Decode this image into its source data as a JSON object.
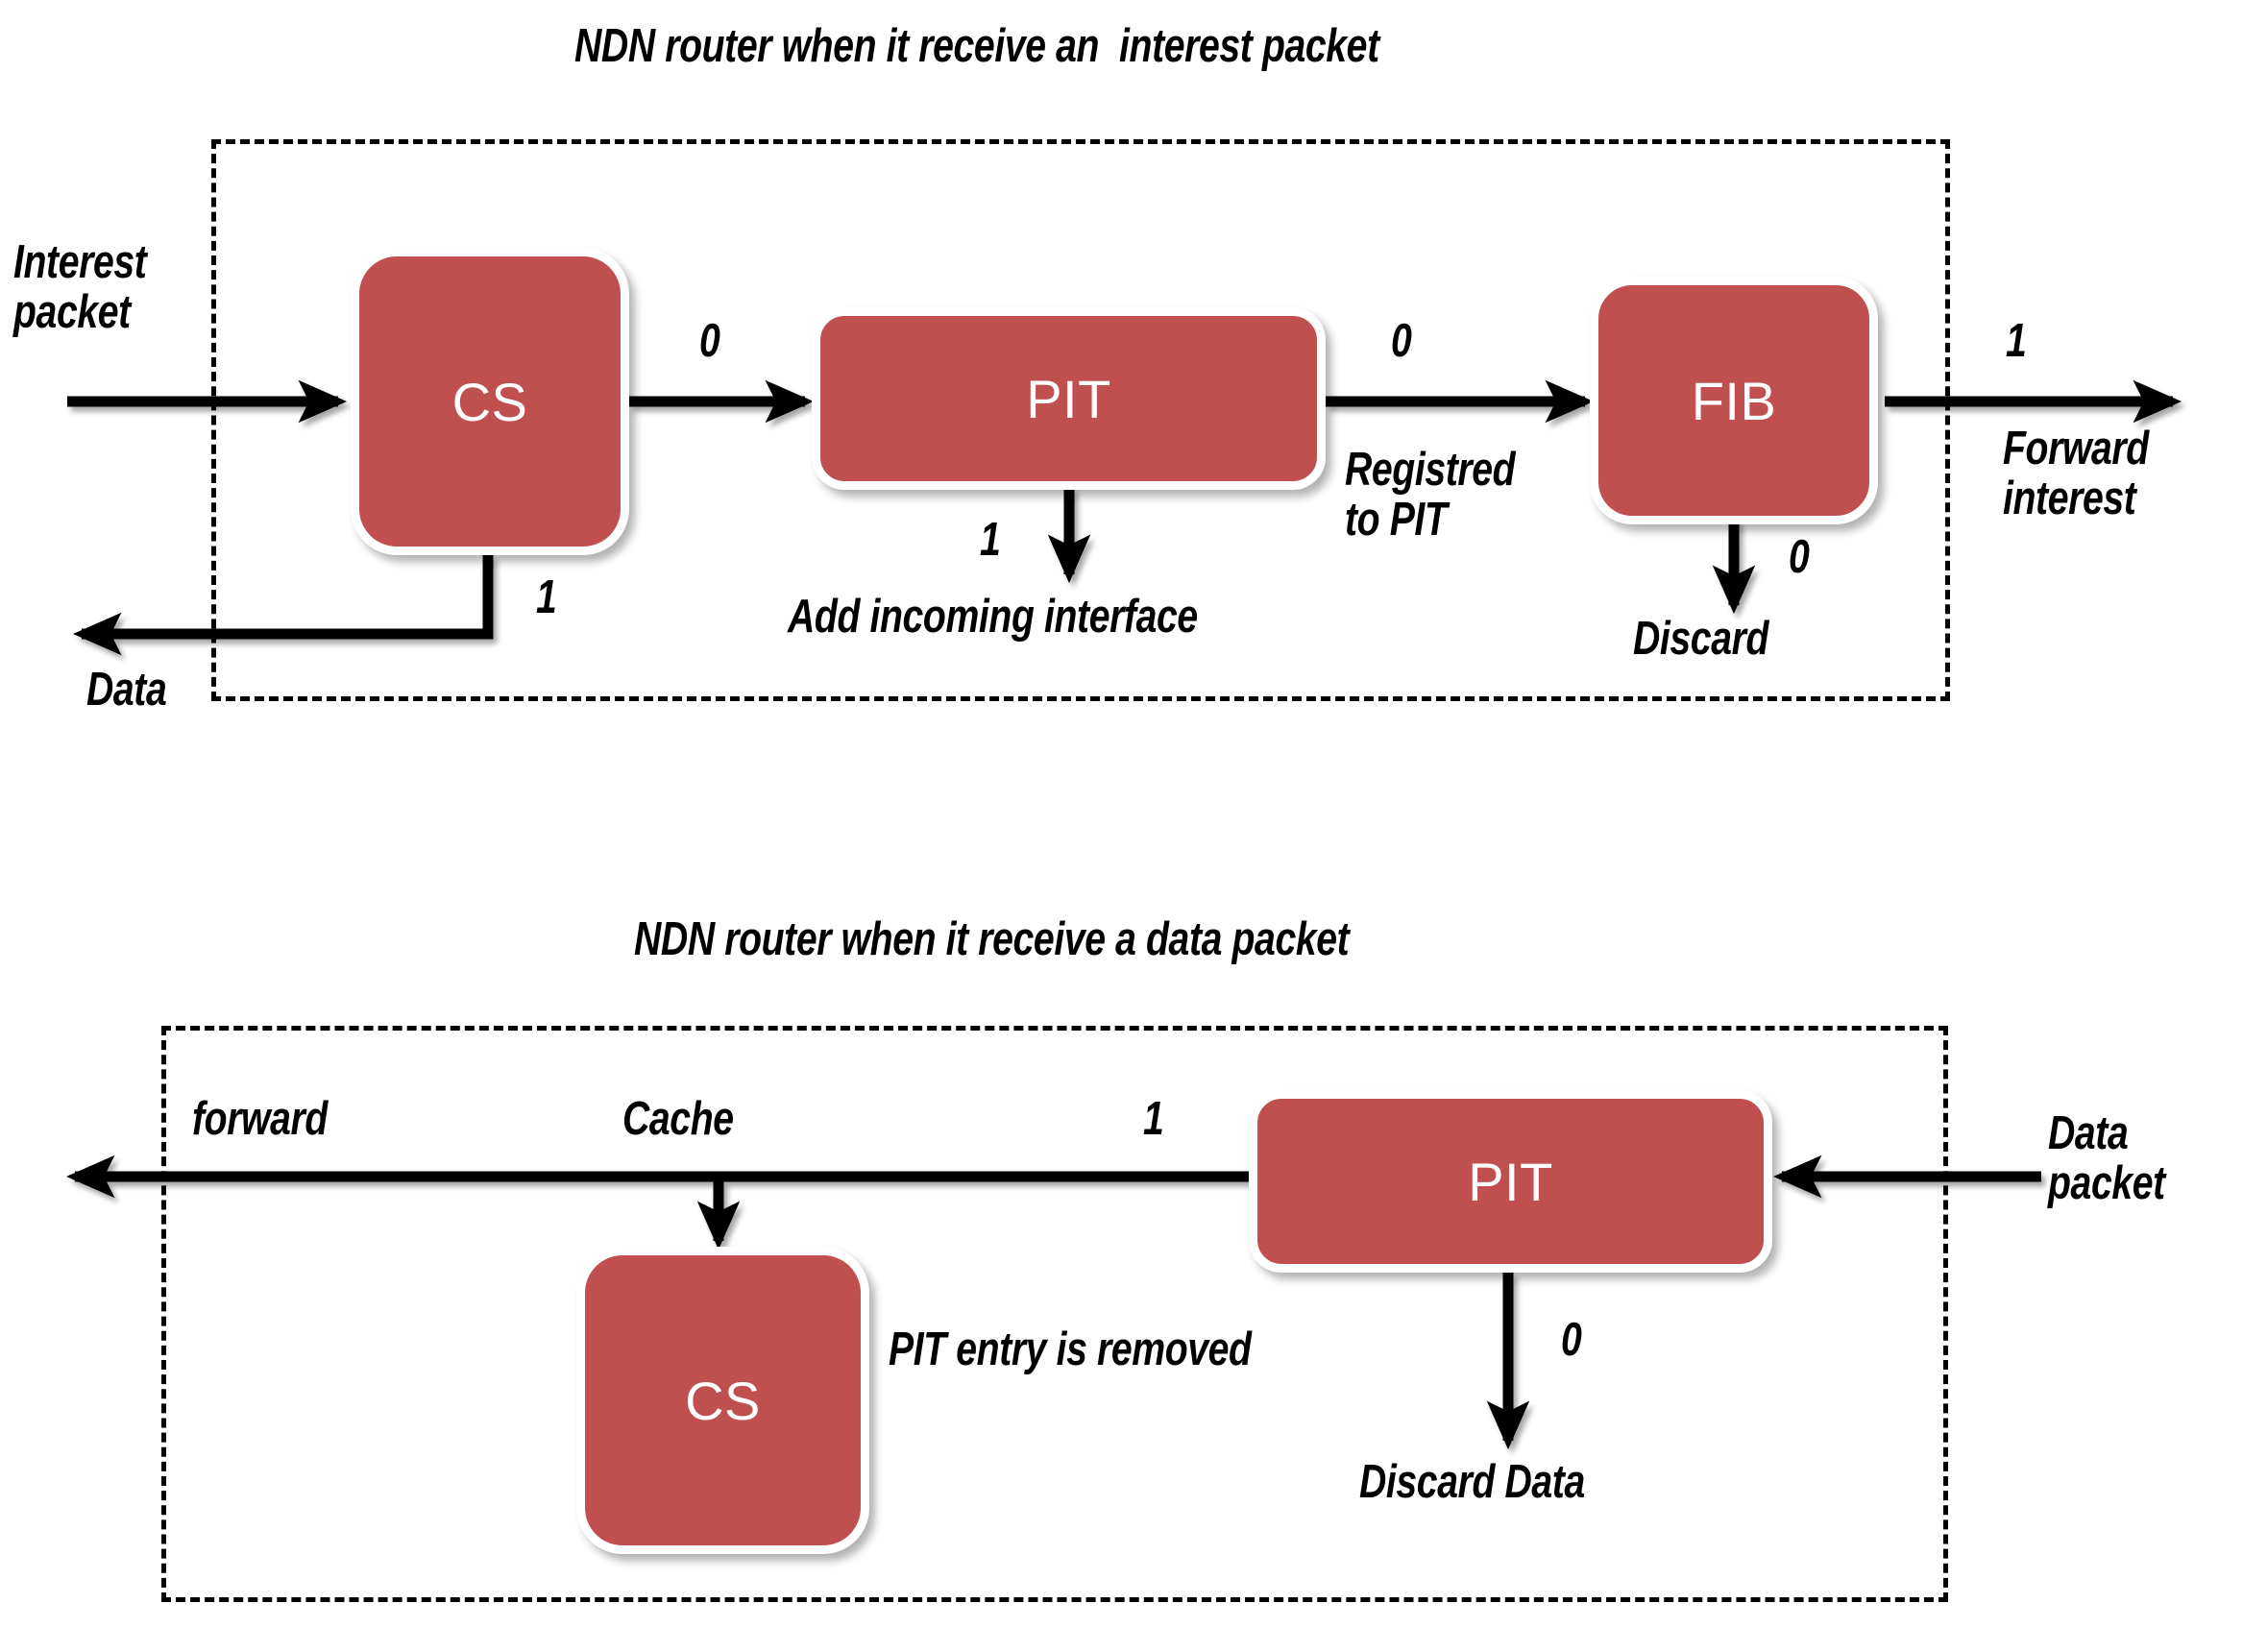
{
  "figure": {
    "background": "#ffffff",
    "node_color": "#c05050",
    "node_text_color": "#ffffff",
    "line_color": "#000000"
  },
  "panel_interest": {
    "title": "NDN router when it receive an  interest packet",
    "nodes": {
      "cs": "CS",
      "pit": "PIT",
      "fib": "FIB"
    },
    "labels": {
      "interest_packet": "Interest\npacket",
      "cs_to_pit_flag": "0",
      "pit_to_fib_flag": "0",
      "fib_forward_flag": "1",
      "forward_interest": "Forward\ninterest",
      "cs_hit_flag": "1",
      "data_out": "Data",
      "pit_hit_flag": "1",
      "add_incoming_interface": "Add incoming interface",
      "registred_to_pit": "Registred\nto PIT",
      "fib_miss_flag": "0",
      "discard": "Discard"
    }
  },
  "panel_data": {
    "title": "NDN router when it receive a data packet",
    "nodes": {
      "pit": "PIT",
      "cs": "CS"
    },
    "labels": {
      "data_packet": "Data\npacket",
      "pit_hit_flag": "1",
      "cache": "Cache",
      "forward": "forward",
      "pit_entry_removed": "PIT entry is removed",
      "pit_miss_flag": "0",
      "discard_data": "Discard Data"
    }
  }
}
